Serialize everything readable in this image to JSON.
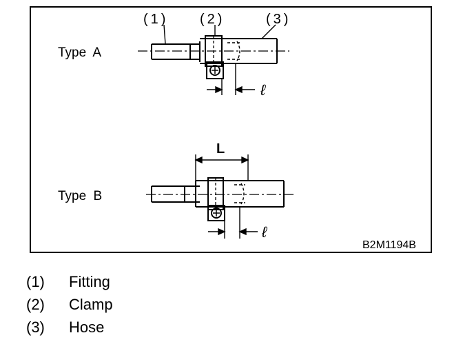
{
  "diagram": {
    "callouts": {
      "fitting": "(1)",
      "clamp": "(2)",
      "hose": "(3)"
    },
    "type_a_label": "Type A",
    "type_b_label": "Type B",
    "dim_small_a": "ℓ",
    "dim_small_b": "ℓ",
    "dim_length": "L",
    "figure_code": "B2M1194B"
  },
  "legend": {
    "items": [
      {
        "num": "(1)",
        "label": "Fitting"
      },
      {
        "num": "(2)",
        "label": "Clamp"
      },
      {
        "num": "(3)",
        "label": "Hose"
      }
    ]
  }
}
